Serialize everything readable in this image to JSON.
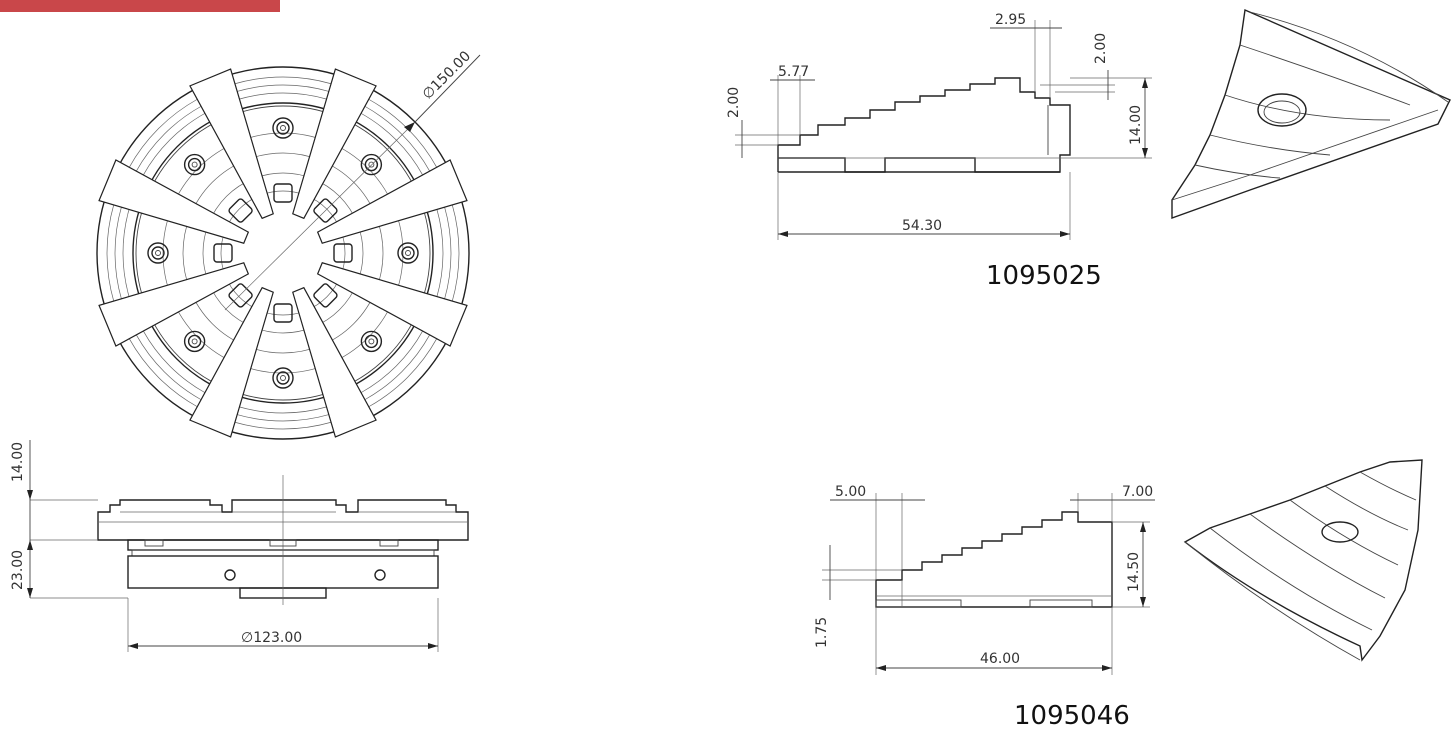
{
  "colors": {
    "accent_tab": "#c9474a",
    "line": "#222222",
    "background": "#ffffff"
  },
  "chuck": {
    "diameter_label": "∅150.00",
    "base_diameter_label": "∅123.00",
    "height_top_label": "14.00",
    "height_body_label": "23.00"
  },
  "jaw_1": {
    "part_number": "1095025",
    "step_label": "5.77",
    "step_height_label": "2.00",
    "top_width_label": "2.95",
    "top_height_label": "2.00",
    "total_height_label": "14.00",
    "length_label": "54.30"
  },
  "jaw_2": {
    "part_number": "1095046",
    "step_label": "5.00",
    "top_label": "7.00",
    "step_height_label": "1.75",
    "total_height_label": "14.50",
    "length_label": "46.00"
  }
}
